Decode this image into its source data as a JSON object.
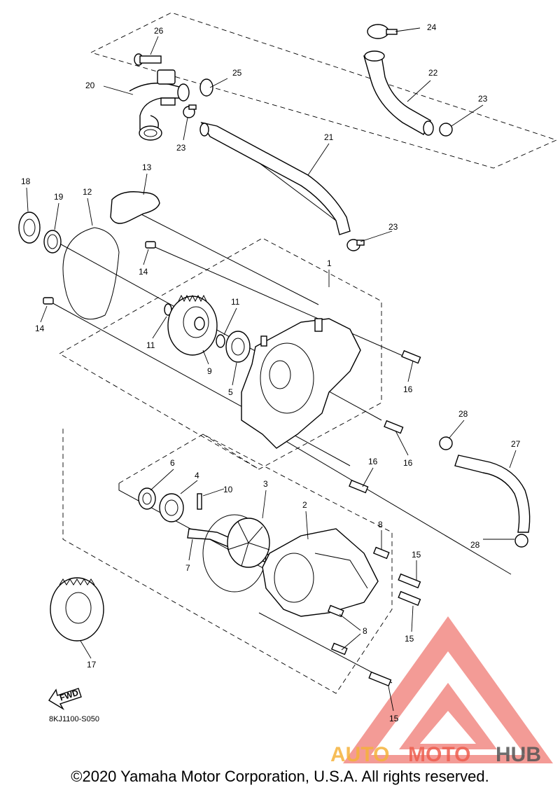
{
  "diagram": {
    "callouts": {
      "c1": "1",
      "c2": "2",
      "c3": "3",
      "c4": "4",
      "c5": "5",
      "c6": "6",
      "c7": "7",
      "c8a": "8",
      "c8b": "8",
      "c9": "9",
      "c10": "10",
      "c11a": "11",
      "c11b": "11",
      "c12": "12",
      "c13": "13",
      "c14a": "14",
      "c14b": "14",
      "c15a": "15",
      "c15b": "15",
      "c15c": "15",
      "c16a": "16",
      "c16b": "16",
      "c16c": "16",
      "c17": "17",
      "c18": "18",
      "c19": "19",
      "c20": "20",
      "c21": "21",
      "c22": "22",
      "c23a": "23",
      "c23b": "23",
      "c23c": "23",
      "c24": "24",
      "c25": "25",
      "c26": "26",
      "c27": "27",
      "c28a": "28",
      "c28b": "28"
    },
    "fwd_label": "FWD",
    "doc_id": "8KJ1100-S050"
  },
  "watermark": {
    "brand_auto": "AUTO",
    "brand_moto": "MOTO",
    "brand_hub": "HUB",
    "colors": {
      "triangle": "#f07a73",
      "auto": "#f5b23a",
      "moto": "#ee5d4e",
      "hub": "#555555"
    }
  },
  "footer": {
    "copyright": "©2020 Yamaha Motor Corporation, U.S.A. All rights reserved."
  }
}
